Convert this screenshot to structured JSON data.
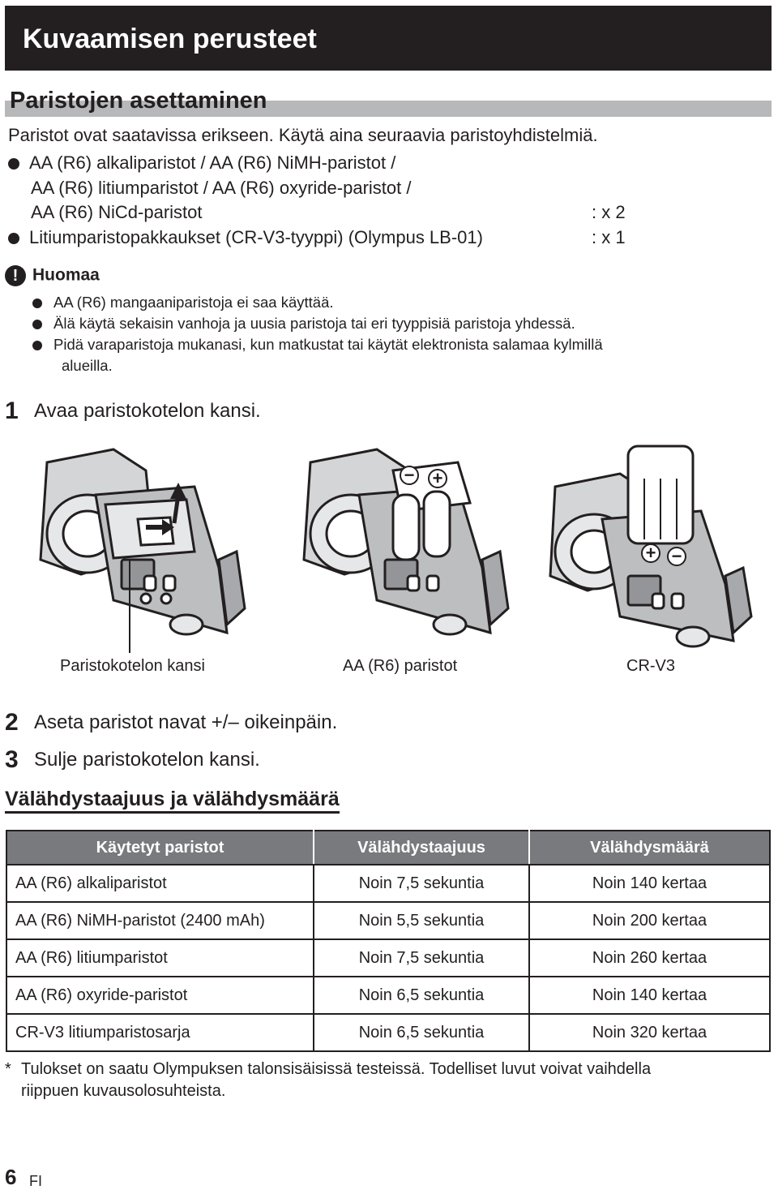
{
  "header": {
    "title": "Kuvaamisen perusteet"
  },
  "section": {
    "title": "Paristojen asettaminen"
  },
  "intro": "Paristot ovat saatavissa erikseen. Käytä aina seuraavia paristoyhdistelmiä.",
  "battery_list": {
    "item1_line1": "AA (R6) alkaliparistot / AA (R6) NiMH-paristot /",
    "item1_line2": "AA (R6) litiumparistot / AA (R6) oxyride-paristot /",
    "item1_line3": "AA (R6) NiCd-paristot",
    "item1_qty": ": x 2",
    "item2": "Litiumparistopakkaukset (CR-V3-tyyppi) (Olympus LB-01)",
    "item2_qty": ": x 1"
  },
  "note": {
    "icon_glyph": "!",
    "title": "Huomaa",
    "items": [
      "AA (R6) mangaaniparistoja ei saa käyttää.",
      "Älä käytä sekaisin vanhoja ja uusia paristoja tai eri tyyppisiä paristoja yhdessä.",
      "Pidä varaparistoja mukanasi, kun matkustat tai käytät elektronista salamaa kylmillä"
    ],
    "item3_cont": "alueilla."
  },
  "steps": [
    {
      "num": "1",
      "text": "Avaa paristokotelon kansi."
    },
    {
      "num": "2",
      "text": "Aseta paristot navat +/– oikeinpäin."
    },
    {
      "num": "3",
      "text": "Sulje paristokotelon kansi."
    }
  ],
  "illustrations": {
    "captions": [
      "Paristokotelon kansi",
      "AA (R6) paristot",
      "CR-V3"
    ],
    "plus": "+",
    "minus": "−"
  },
  "flash_section": {
    "title": "Välähdystaajuus ja välähdysmäärä"
  },
  "table": {
    "headers": [
      "Käytetyt paristot",
      "Välähdystaajuus",
      "Välähdysmäärä"
    ],
    "rows": [
      [
        "AA (R6) alkaliparistot",
        "Noin 7,5 sekuntia",
        "Noin 140 kertaa"
      ],
      [
        "AA (R6) NiMH-paristot (2400 mAh)",
        "Noin 5,5 sekuntia",
        "Noin 200 kertaa"
      ],
      [
        "AA (R6) litiumparistot",
        "Noin 7,5 sekuntia",
        "Noin 260 kertaa"
      ],
      [
        "AA (R6) oxyride-paristot",
        "Noin 6,5 sekuntia",
        "Noin 140 kertaa"
      ],
      [
        "CR-V3 litiumparistosarja",
        "Noin 6,5 sekuntia",
        "Noin 320 kertaa"
      ]
    ]
  },
  "footnote": {
    "star": "*",
    "line1": "Tulokset on saatu Olympuksen talonsisäisissä testeissä. Todelliset luvut voivat vaihdella",
    "line2": "riippuen kuvausolosuhteista."
  },
  "page": {
    "number": "6",
    "lang": "FI"
  }
}
